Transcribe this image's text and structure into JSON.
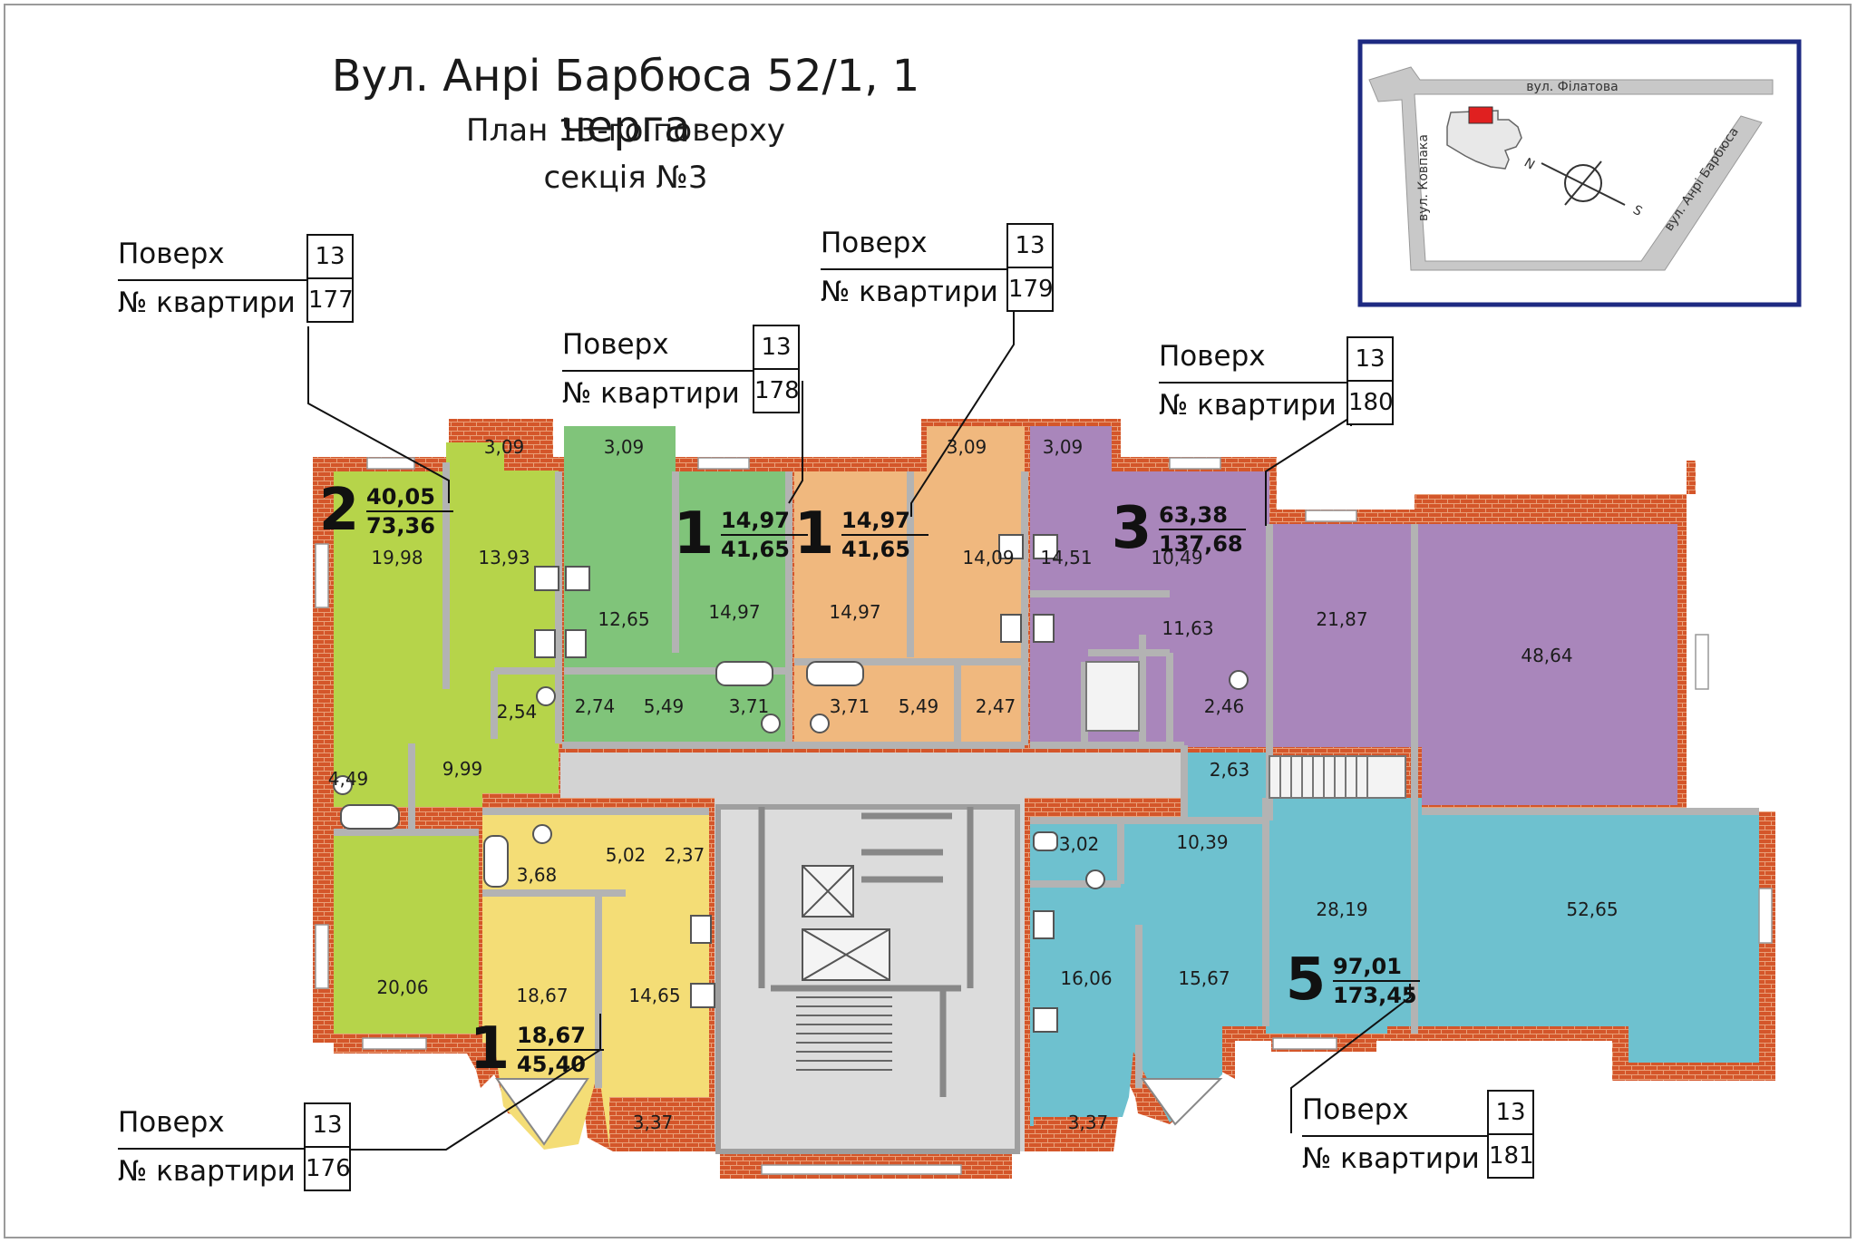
{
  "title": {
    "line1": "Вул. Анрі Барбюса 52/1, 1 черга",
    "line2": "План 13-го поверху",
    "line3": "секція №3"
  },
  "labels_text": {
    "floor": "Поверх",
    "apartment": "№ квартири"
  },
  "apartment_labels": [
    {
      "floor": "13",
      "number": "177"
    },
    {
      "floor": "13",
      "number": "178"
    },
    {
      "floor": "13",
      "number": "179"
    },
    {
      "floor": "13",
      "number": "180"
    },
    {
      "floor": "13",
      "number": "176"
    },
    {
      "floor": "13",
      "number": "181"
    }
  ],
  "apartments": [
    {
      "rooms": "2",
      "living": "40,05",
      "total": "73,36",
      "color": "#b6d44a"
    },
    {
      "rooms": "1",
      "living": "14,97",
      "total": "41,65",
      "color": "#80c47a"
    },
    {
      "rooms": "1",
      "living": "14,97",
      "total": "41,65",
      "color": "#f0b87e"
    },
    {
      "rooms": "3",
      "living": "63,38",
      "total": "137,68",
      "color": "#a986bb"
    },
    {
      "rooms": "1",
      "living": "18,67",
      "total": "45,40",
      "color": "#f4dd76"
    },
    {
      "rooms": "5",
      "living": "97,01",
      "total": "173,45",
      "color": "#6ec1cf"
    }
  ],
  "room_areas": [
    "3,09",
    "19,98",
    "13,93",
    "9,99",
    "2,54",
    "4,49",
    "20,06",
    "3,09",
    "12,65",
    "14,97",
    "2,74",
    "5,49",
    "3,71",
    "14,97",
    "3,09",
    "14,09",
    "3,71",
    "5,49",
    "2,47",
    "3,09",
    "14,51",
    "10,49",
    "11,63",
    "2,46",
    "21,87",
    "48,64",
    "3,68",
    "5,02",
    "2,37",
    "18,67",
    "14,65",
    "3,37",
    "2,63",
    "3,02",
    "10,39",
    "28,19",
    "52,65",
    "16,06",
    "15,67",
    "3,37"
  ],
  "map": {
    "street_top": "вул. Філатова",
    "street_left": "вул. Ковпака",
    "street_right": "вул. Анрі Барбюса",
    "north": "N",
    "south": "S"
  },
  "colors": {
    "wall": "#d4562a",
    "common": "#d3d3d3",
    "map_border": "#1e2a82",
    "map_road": "#c8c8c8",
    "map_highlight": "#e02020"
  }
}
